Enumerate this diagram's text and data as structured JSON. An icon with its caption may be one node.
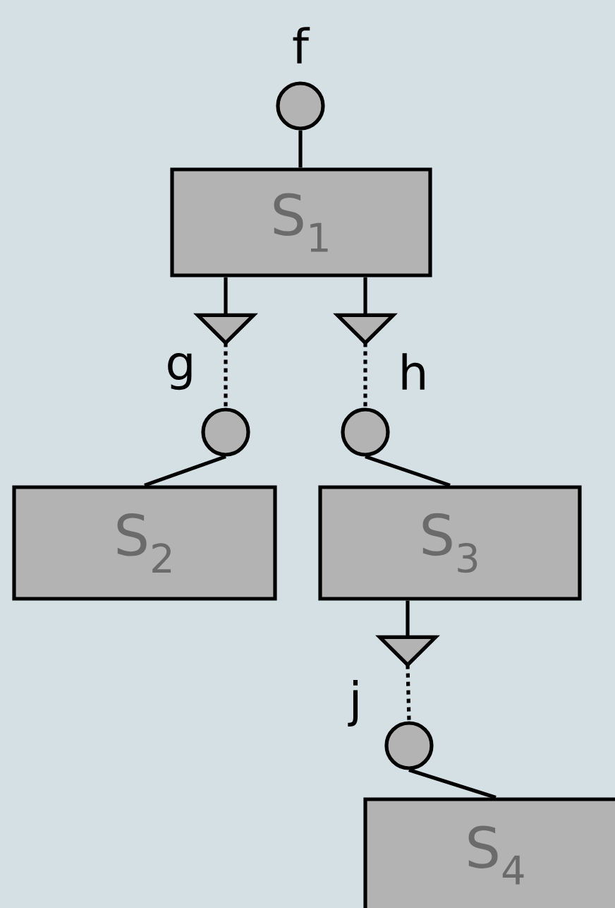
{
  "diagram": {
    "nodes": [
      {
        "text": [
          "S$_{1}$"
        ]
      },
      {
        "text": [],
        "shape": "circle",
        "beside": [
          "f"
        ]
      },
      {
        "text": [],
        "shape": "triangle"
      },
      {
        "text": [],
        "shape": "triangle"
      },
      {
        "text": [],
        "shape": "circle",
        "beside": [
          "g"
        ]
      },
      {
        "text": [],
        "shape": "circle",
        "beside": [
          "h"
        ]
      },
      {
        "text": [
          "S$_{2}$"
        ]
      },
      {
        "text": [
          "S$_{3}$"
        ]
      },
      {
        "text": [],
        "shape": "triangle"
      },
      {
        "text": [],
        "shape": "circle",
        "beside": [
          "j"
        ]
      },
      {
        "text": [
          "S$_{4}$"
        ]
      }
    ],
    "edges": [
      {
        "from": 0,
        "to": 1,
        "arrow": "none"
      },
      {
        "from": 0,
        "to": 2,
        "arrow": "none"
      },
      {
        "from": 0,
        "to": 3,
        "arrow": "none"
      },
      {
        "from": 2,
        "to": 4,
        "arrow": "none",
        "style": "dashed"
      },
      {
        "from": 3,
        "to": 5,
        "arrow": "none",
        "style": "dashed"
      },
      {
        "from": 4,
        "to": 6,
        "arrow": "none"
      },
      {
        "from": 5,
        "to": 7,
        "arrow": "none"
      },
      {
        "from": 7,
        "to": 8,
        "arrow": "none"
      },
      {
        "from": 8,
        "to": 9,
        "arrow": "none",
        "style": "dashed"
      },
      {
        "from": 9,
        "to": 10,
        "arrow": "none"
      }
    ]
  }
}
